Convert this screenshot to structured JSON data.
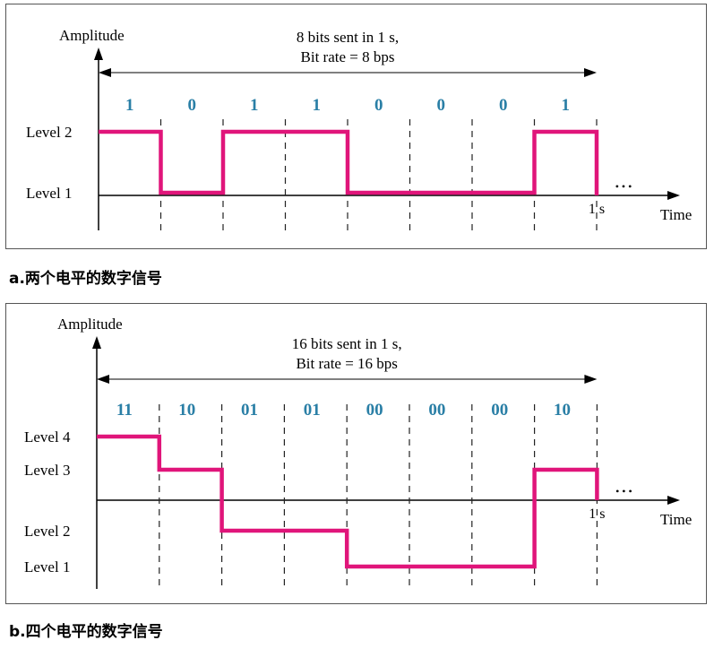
{
  "colors": {
    "signal": "#e0157a",
    "bits": "#2a7fa6",
    "axis": "#000000"
  },
  "panel_a": {
    "y_axis_label": "Amplitude",
    "x_axis_label": "Time",
    "rate_line1": "8 bits sent in 1 s,",
    "rate_line2": "Bit rate = 8 bps",
    "end_label": "1 s",
    "ellipsis": "• • •",
    "levels": [
      "Level 1",
      "Level 2"
    ],
    "bits": [
      "1",
      "0",
      "1",
      "1",
      "0",
      "0",
      "0",
      "1"
    ],
    "signal_levels": [
      2,
      1,
      2,
      2,
      1,
      1,
      1,
      2
    ],
    "caption": "a.两个电平的数字信号"
  },
  "panel_b": {
    "y_axis_label": "Amplitude",
    "x_axis_label": "Time",
    "rate_line1": "16 bits sent in 1 s,",
    "rate_line2": "Bit rate = 16 bps",
    "end_label": "1 s",
    "ellipsis": "• • •",
    "levels": [
      "Level 1",
      "Level 2",
      "Level 3",
      "Level 4"
    ],
    "bits": [
      "11",
      "10",
      "01",
      "01",
      "00",
      "00",
      "00",
      "10"
    ],
    "signal_levels": [
      4,
      3,
      2,
      2,
      1,
      1,
      1,
      3
    ],
    "caption": "b.四个电平的数字信号"
  }
}
